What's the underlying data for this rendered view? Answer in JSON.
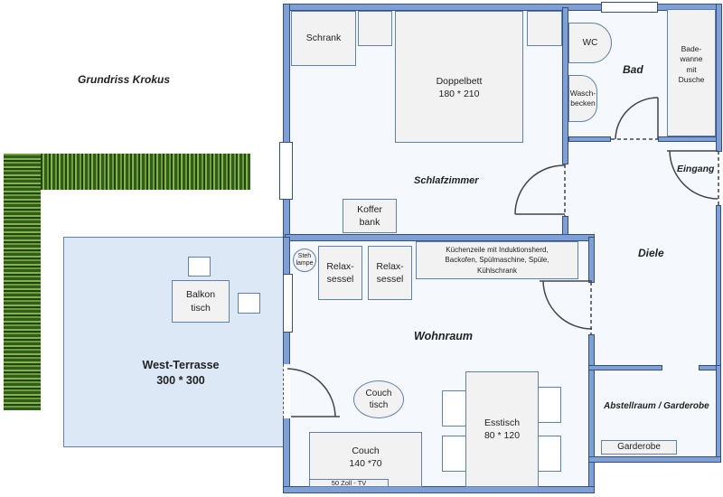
{
  "title": "Grundriss Krokus",
  "rooms": {
    "schlafzimmer": "Schlafzimmer",
    "bad": "Bad",
    "eingang": "Eingang",
    "diele": "Diele",
    "wohnraum": "Wohnraum",
    "abstellraum": "Abstellraum / Garderobe",
    "terrasse_name": "West-Terrasse",
    "terrasse_size": "300 * 300"
  },
  "furniture": {
    "schrank": "Schrank",
    "doppelbett": "Doppelbett\n180 * 210",
    "wc": "WC",
    "waschbecken": "Wasch-\nbecken",
    "badewanne": "Bade-\nwanne\nmit\nDusche",
    "kofferbank": "Koffer\nbank",
    "stehlampe": "Steh\nlampe",
    "relaxsessel": "Relax-\nsessel",
    "kuechenzeile": "Küchenzeile mit Induktionsherd,\nBackofen, Spülmaschine, Spüle,\nKühlschrank",
    "couchtisch": "Couch\ntisch",
    "esstisch": "Esstisch\n80 * 120",
    "couch": "Couch\n140 *70",
    "tv": "50 Zoll - TV",
    "garderobe": "Garderobe",
    "balkontisch": "Balkon\ntisch"
  },
  "colors": {
    "wall": "#7fa0d6",
    "terrace": "#dce8f5",
    "furniture": "#f2f2f2",
    "outline": "#5f82ad"
  }
}
